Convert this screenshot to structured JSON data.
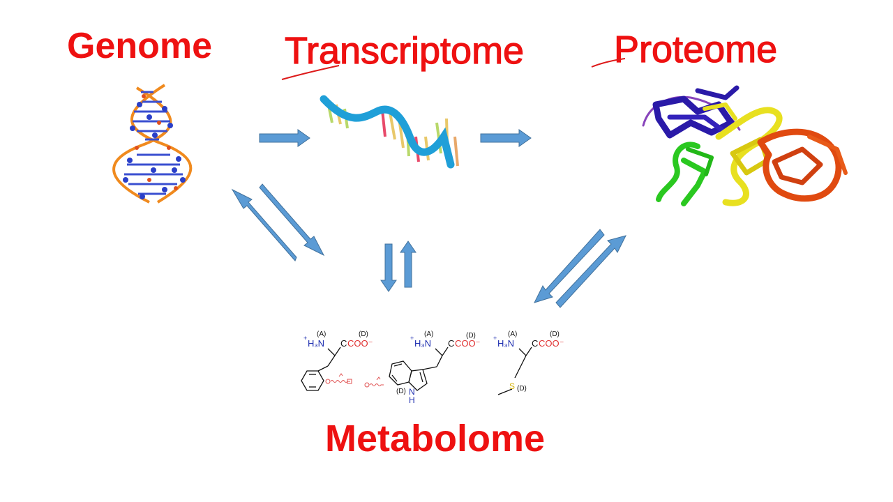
{
  "titles": {
    "genome": "Genome",
    "transcriptome": "Transcriptome",
    "proteome": "Proteome",
    "metabolome": "Metabolome"
  },
  "molecules": [
    {
      "site_a": "(A)",
      "site_d": "(D)",
      "amine": "H₃N",
      "charge": "+",
      "carboxyl": "COO⁻"
    },
    {
      "site_a": "(A)",
      "site_d": "(D)",
      "amine": "H₃N",
      "charge": "+",
      "carboxyl": "COO⁻",
      "ring_n": "N",
      "ring_h": "H",
      "ring_d": "(D)"
    },
    {
      "site_a": "(A)",
      "site_d": "(D)",
      "amine": "H₃N",
      "charge": "+",
      "carboxyl": "COO⁻",
      "sulfur": "S",
      "sulfur_d": "(D)"
    }
  ],
  "colors": {
    "title": "#ee1111",
    "arrow_fill": "#5b9bd5",
    "arrow_stroke": "#41719c",
    "amine": "#1f2fb0",
    "carboxyl": "#e03030",
    "sulfur": "#d4b000"
  }
}
